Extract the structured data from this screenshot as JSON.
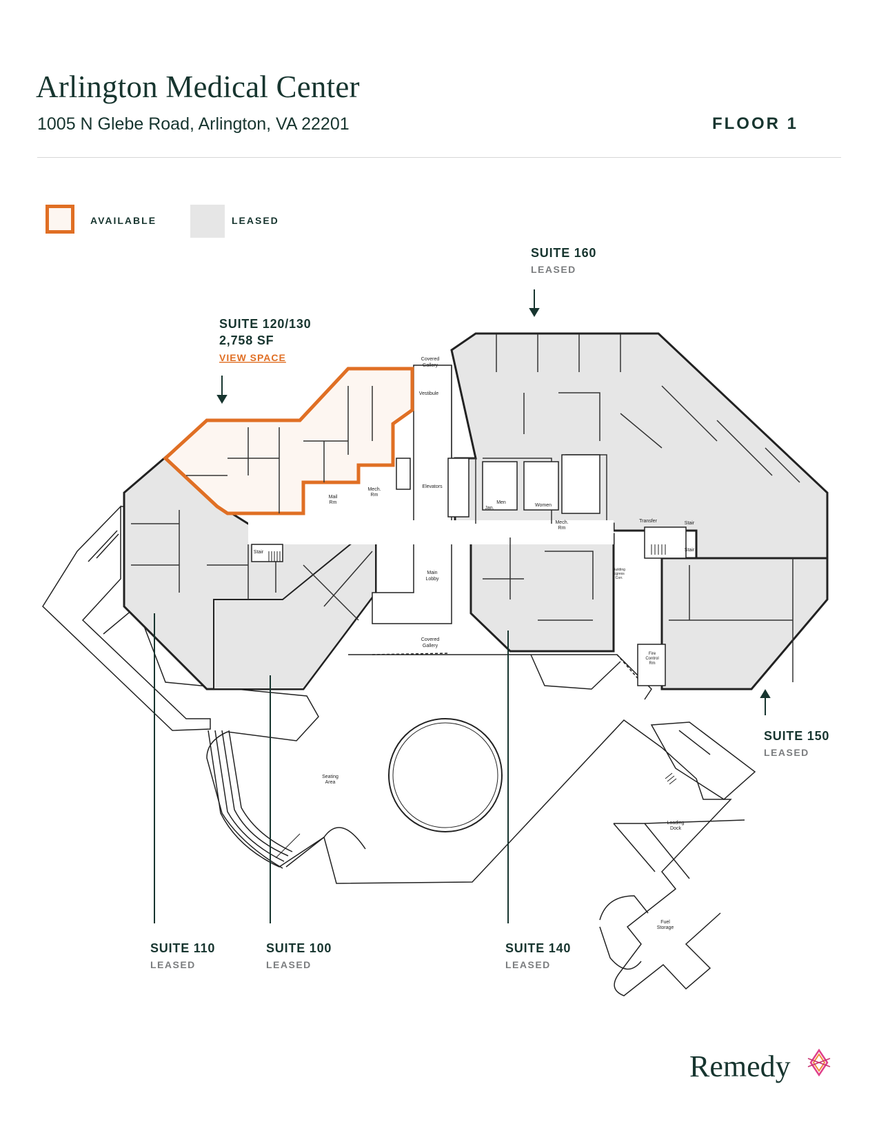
{
  "header": {
    "title": "Arlington Medical Center",
    "address": "1005 N Glebe Road, Arlington, VA 22201",
    "floor": "FLOOR 1"
  },
  "legend": {
    "available": "AVAILABLE",
    "leased": "LEASED"
  },
  "colors": {
    "available_outline": "#e06f24",
    "available_fill": "#fdf6f1",
    "leased_fill": "#e6e6e6",
    "text_dark": "#17352f",
    "text_muted": "#7b7d7f"
  },
  "suites": [
    {
      "id": "120-130",
      "name": "SUITE 120/130",
      "area": "2,758 SF",
      "link": "VIEW SPACE",
      "status": "available"
    },
    {
      "id": "160",
      "name": "SUITE 160",
      "status": "LEASED"
    },
    {
      "id": "150",
      "name": "SUITE 150",
      "status": "LEASED"
    },
    {
      "id": "110",
      "name": "SUITE 110",
      "status": "LEASED"
    },
    {
      "id": "100",
      "name": "SUITE 100",
      "status": "LEASED"
    },
    {
      "id": "140",
      "name": "SUITE 140",
      "status": "LEASED"
    }
  ],
  "rooms": {
    "covered_gallery_top": [
      "Covered",
      "Gallery"
    ],
    "vestibule": "Vestibule",
    "elevators": "Elevators",
    "mail_rm": [
      "Mail",
      "Rm"
    ],
    "mech_rm_left": [
      "Mech.",
      "Rm"
    ],
    "men": "Men",
    "women": "Women",
    "jan": "Jan.",
    "mech_rm_center": [
      "Mech.",
      "Rm"
    ],
    "transfer": "Transfer",
    "stair_right_top": "Stair",
    "stair_right_bottom": "Stair",
    "stair_left": "Stair",
    "main_lobby": [
      "Main",
      "Lobby"
    ],
    "building_egress": [
      "Building",
      "Egress",
      "Corr."
    ],
    "fire_control": [
      "Fire",
      "Control",
      "Rm"
    ],
    "covered_gallery_bottom": [
      "Covered",
      "Gallery"
    ],
    "seating_area": [
      "Seating",
      "Area"
    ],
    "loading_dock": [
      "Loading",
      "Dock"
    ],
    "fuel_storage": [
      "Fuel",
      "Storage"
    ]
  },
  "brand": {
    "name": "Remedy"
  }
}
